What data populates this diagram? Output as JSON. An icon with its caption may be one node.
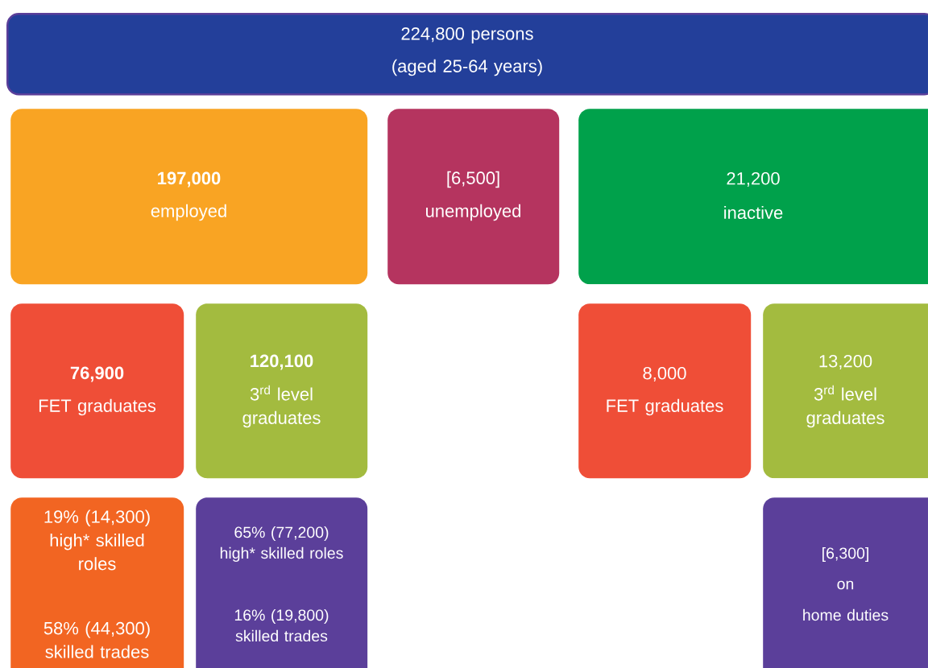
{
  "diagram": {
    "nodes": [
      {
        "text": [
          "224,800 persons",
          "(aged 25-64 years)"
        ]
      },
      {
        "text": [
          "**197,000**",
          "employed"
        ]
      },
      {
        "text": [
          "[6,500]",
          "unemployed"
        ]
      },
      {
        "text": [
          "21,200",
          "inactive"
        ]
      },
      {
        "text": [
          "**76,900**",
          "FET graduates"
        ]
      },
      {
        "text": [
          "**120,100**",
          "3$^{rd}$ level graduates"
        ]
      },
      {
        "text": [
          "8,000",
          "FET graduates"
        ]
      },
      {
        "text": [
          "13,200",
          "3$^{rd}$ level graduates"
        ]
      },
      {
        "text": [
          "19% (14,300) high* skilled roles",
          "58% (44,300) skilled trades"
        ]
      },
      {
        "text": [
          "65% (77,200) high* skilled roles",
          "16% (19,800) skilled trades"
        ]
      },
      {
        "text": [
          "[6,300]",
          "on",
          "home duties"
        ]
      }
    ]
  }
}
